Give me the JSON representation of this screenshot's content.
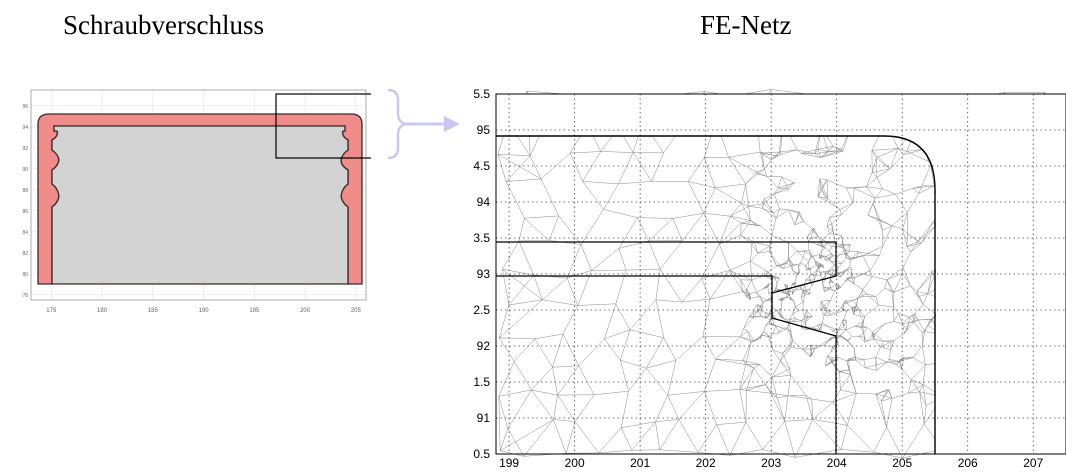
{
  "titles": {
    "left": "Schraubverschluss",
    "right": "FE-Netz"
  },
  "colors": {
    "cap_fill": "#f08c8a",
    "cap_stroke": "#3a2a2a",
    "content_fill": "#d3d3d3",
    "bracket_arrow": "#c8c8f0",
    "mesh_line": "#8a8a8a",
    "boundary_line": "#000000",
    "grid_dots": "#444444"
  },
  "icons": {
    "pointer": "bracket-arrow-icon"
  },
  "chart_data": [
    {
      "type": "diagram",
      "xlim": [
        173,
        206
      ],
      "ylim": [
        77.5,
        97.5
      ],
      "x_ticks": [
        "175",
        "180",
        "185",
        "190",
        "195",
        "200",
        "205"
      ],
      "y_ticks": [
        "78",
        "80",
        "82",
        "84",
        "86",
        "88",
        "90",
        "92",
        "94",
        "96"
      ],
      "grid": true
    },
    {
      "type": "mesh",
      "xlim": [
        198.8,
        207.5
      ],
      "ylim": [
        90.5,
        95.5
      ],
      "x_ticks": [
        "199",
        "200",
        "201",
        "202",
        "203",
        "204",
        "205",
        "206",
        "207"
      ],
      "y_ticks": [
        "5.5",
        "95",
        "4.5",
        "94",
        "3.5",
        "93",
        "2.5",
        "92",
        "1.5",
        "91",
        "0.5"
      ],
      "grid": true
    }
  ]
}
